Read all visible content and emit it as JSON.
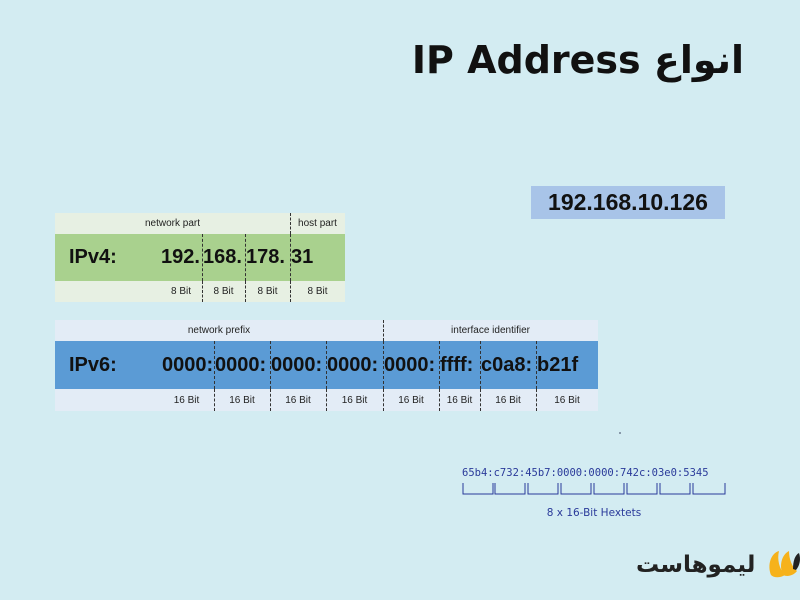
{
  "title": "انواع IP Address",
  "example_ip": "192.168.10.126",
  "ipv4": {
    "label": "IPv4:",
    "network_part": "network part",
    "host_part": "host part",
    "octets": [
      "192.",
      "168.",
      "178.",
      "31"
    ],
    "bits": [
      "8 Bit",
      "8 Bit",
      "8 Bit",
      "8 Bit"
    ]
  },
  "ipv6": {
    "label": "IPv6:",
    "network_prefix": "network prefix",
    "interface_identifier": "interface identifier",
    "groups": [
      "0000:",
      "0000:",
      "0000:",
      "0000:",
      "0000:",
      "ffff:",
      "c0a8:",
      "b21f"
    ],
    "bits": [
      "16 Bit",
      "16 Bit",
      "16 Bit",
      "16 Bit",
      "16 Bit",
      "16 Bit",
      "16 Bit",
      "16 Bit"
    ]
  },
  "hex_example": "65b4:c732:45b7:0000:0000:742c:03e0:5345",
  "hextets_caption": "8 x 16-Bit Hextets",
  "logo": {
    "text": "لیموهاست",
    "colors": {
      "primary": "#f6b21b",
      "dark": "#222222"
    }
  },
  "colors": {
    "background": "#d3ecf2",
    "ipv4_band": "#a9d18e",
    "ipv6_band": "#5b9bd5",
    "example_badge": "#a8c4e8",
    "hextet_text": "#2a3a9a"
  }
}
